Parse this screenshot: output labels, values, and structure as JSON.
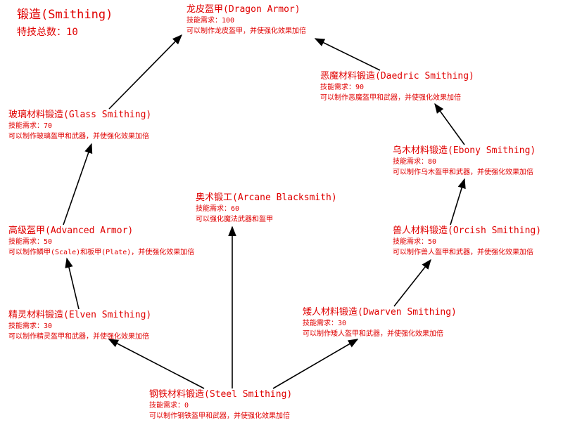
{
  "header": {
    "title": "锻造(Smithing)",
    "perk_count": "特技总数：10"
  },
  "colors": {
    "text": "#e00000",
    "arrow": "#000000",
    "background": "#ffffff"
  },
  "perks": [
    {
      "id": "steel",
      "name": "钢铁材料锻造(Steel Smithing)",
      "requirement": "技能需求：0",
      "description": "可以制作钢铁盔甲和武器，并使强化效果加倍"
    },
    {
      "id": "elven",
      "name": "精灵材料锻造(Elven Smithing)",
      "requirement": "技能需求：30",
      "description": "可以制作精灵盔甲和武器，并使强化效果加倍"
    },
    {
      "id": "advanced",
      "name": "高级盔甲(Advanced Armor)",
      "requirement": "技能需求：50",
      "description": "可以制作鳞甲(Scale)和板甲(Plate)，并使强化效果加倍"
    },
    {
      "id": "glass",
      "name": "玻璃材料锻造(Glass Smithing)",
      "requirement": "技能需求：70",
      "description": "可以制作玻璃盔甲和武器，并使强化效果加倍"
    },
    {
      "id": "dragon",
      "name": "龙皮盔甲(Dragon Armor)",
      "requirement": "技能需求：100",
      "description": "可以制作龙皮盔甲，并使强化效果加倍"
    },
    {
      "id": "arcane",
      "name": "奥术锻工(Arcane Blacksmith)",
      "requirement": "技能需求：60",
      "description": "可以强化魔法武器和盔甲"
    },
    {
      "id": "dwarven",
      "name": "矮人材料锻造(Dwarven Smithing)",
      "requirement": "技能需求：30",
      "description": "可以制作矮人盔甲和武器，并使强化效果加倍"
    },
    {
      "id": "orcish",
      "name": "兽人材料锻造(Orcish Smithing)",
      "requirement": "技能需求：50",
      "description": "可以制作兽人盔甲和武器，并使强化效果加倍"
    },
    {
      "id": "ebony",
      "name": "乌木材料锻造(Ebony Smithing)",
      "requirement": "技能需求：80",
      "description": "可以制作乌木盔甲和武器，并使强化效果加倍"
    },
    {
      "id": "daedric",
      "name": "恶魔材料锻造(Daedric Smithing)",
      "requirement": "技能需求：90",
      "description": "可以制作恶魔盔甲和武器，并使强化效果加倍"
    }
  ],
  "links": [
    {
      "from": "steel",
      "to": "elven"
    },
    {
      "from": "elven",
      "to": "advanced"
    },
    {
      "from": "advanced",
      "to": "glass"
    },
    {
      "from": "glass",
      "to": "dragon"
    },
    {
      "from": "steel",
      "to": "arcane"
    },
    {
      "from": "steel",
      "to": "dwarven"
    },
    {
      "from": "dwarven",
      "to": "orcish"
    },
    {
      "from": "orcish",
      "to": "ebony"
    },
    {
      "from": "ebony",
      "to": "daedric"
    },
    {
      "from": "daedric",
      "to": "dragon"
    }
  ]
}
